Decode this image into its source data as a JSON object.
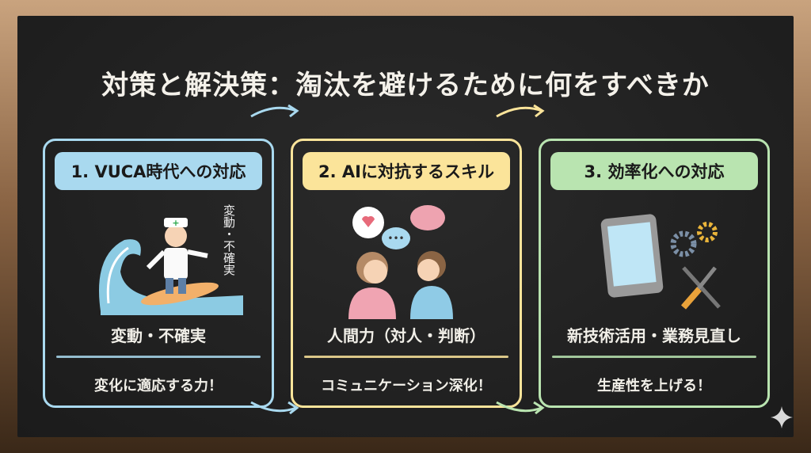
{
  "title": "対策と解決策：淘汰を避けるために何をすべきか",
  "colors": {
    "blue": "#a9d9ef",
    "yellow": "#fbe49a",
    "green": "#b9e4b0"
  },
  "cards": [
    {
      "header": "1. VUCA時代への対応",
      "caption": "変動・不確実",
      "subtitle": "変動・不確実",
      "bottom": "変化に適応する力！",
      "icon": "surfing-nurse-icon"
    },
    {
      "header": "2. AIに対抗するスキル",
      "subtitle": "人間力（対人・判断）",
      "bottom": "コミュニケーション深化！",
      "icon": "conversation-icon"
    },
    {
      "header": "3. 効率化への対応",
      "subtitle": "新技術活用・業務見直し",
      "bottom": "生産性を上げる！",
      "icon": "tablet-tools-icon"
    }
  ]
}
